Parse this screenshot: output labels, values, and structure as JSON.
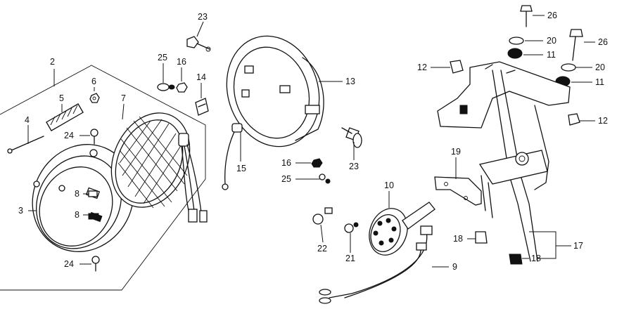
{
  "callouts": {
    "n2": "2",
    "n3": "3",
    "n4": "4",
    "n5": "5",
    "n6": "6",
    "n7": "7",
    "n8a": "8",
    "n8b": "8",
    "n24a": "24",
    "n24b": "24",
    "n25a": "25",
    "n16a": "16",
    "n14": "14",
    "n23a": "23",
    "n13": "13",
    "n15": "15",
    "n16b": "16",
    "n25b": "25",
    "n23b": "23",
    "n10": "10",
    "n9": "9",
    "n22": "22",
    "n21": "21",
    "n26a": "26",
    "n20a": "20",
    "n11a": "11",
    "n26b": "26",
    "n20b": "20",
    "n11b": "11",
    "n12a": "12",
    "n12b": "12",
    "n19": "19",
    "n18a": "18",
    "n18b": "18",
    "n17": "17"
  }
}
